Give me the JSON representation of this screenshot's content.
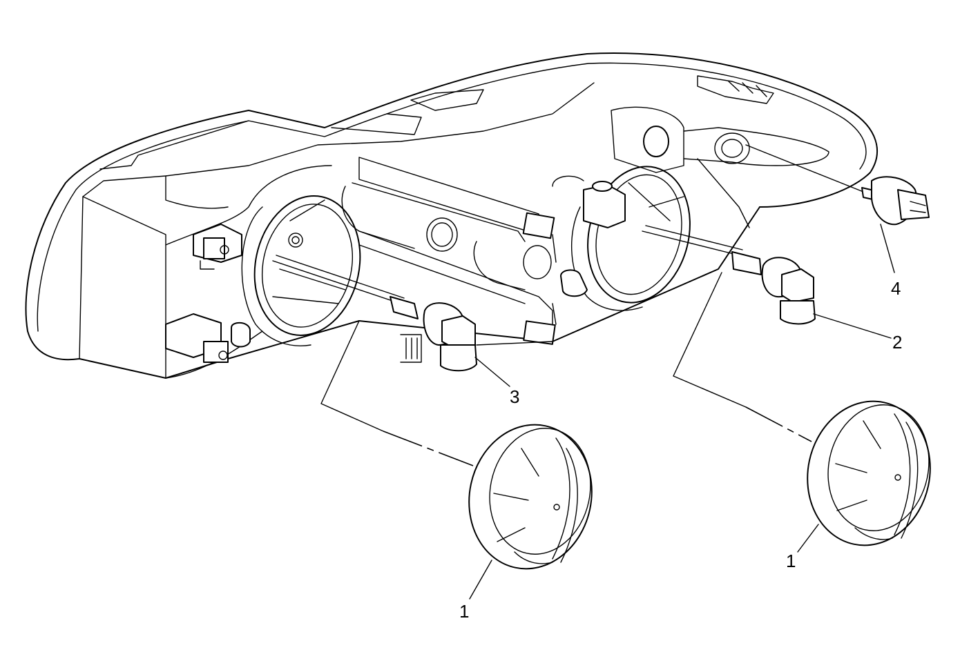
{
  "callouts": {
    "c1a": "1",
    "c1b": "1",
    "c2": "2",
    "c3": "3",
    "c4": "4"
  }
}
